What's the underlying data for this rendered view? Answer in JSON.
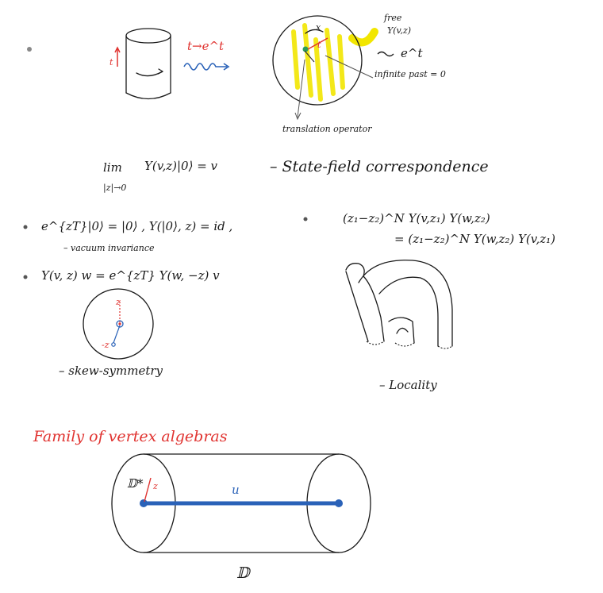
{
  "notes": {
    "cylinder_label": "t→e^t",
    "free_field": {
      "title": "free",
      "field": "Y(v,z)",
      "arrow_target": "e^t",
      "infinite_past": "infinite past = 0",
      "translation_operator": "translation operator"
    },
    "state_field": {
      "lim_text": "lim",
      "lim_sub": "|z|→0",
      "equation": "Y(v,z)|0⟩ = v",
      "label": "– State-field correspondence"
    },
    "vacuum": {
      "equation": "e^{zT}|0⟩ = |0⟩ ,  Y(|0⟩, z) = id ,",
      "label": "– vacuum invariance"
    },
    "skew": {
      "equation": "Y(v, z) w = e^{zT} Y(w, −z) v",
      "label": "– skew-symmetry",
      "z_label": "z",
      "neg_z_label": "-z"
    },
    "locality": {
      "line1": "(z₁−z₂)^N Y(v,z₁) Y(w,z₂)",
      "line2": "= (z₁−z₂)^N Y(w,z₂) Y(v,z₁)",
      "label": "– Locality"
    },
    "family": {
      "title": "Family of vertex algebras",
      "dstar": "𝔻*",
      "z_label": "z",
      "u_label": "u",
      "d_label": "𝔻"
    }
  },
  "colors": {
    "red": "#e0322f",
    "blue": "#2a62b8",
    "yellow": "#f2e600",
    "ink": "#1a1a1a"
  }
}
